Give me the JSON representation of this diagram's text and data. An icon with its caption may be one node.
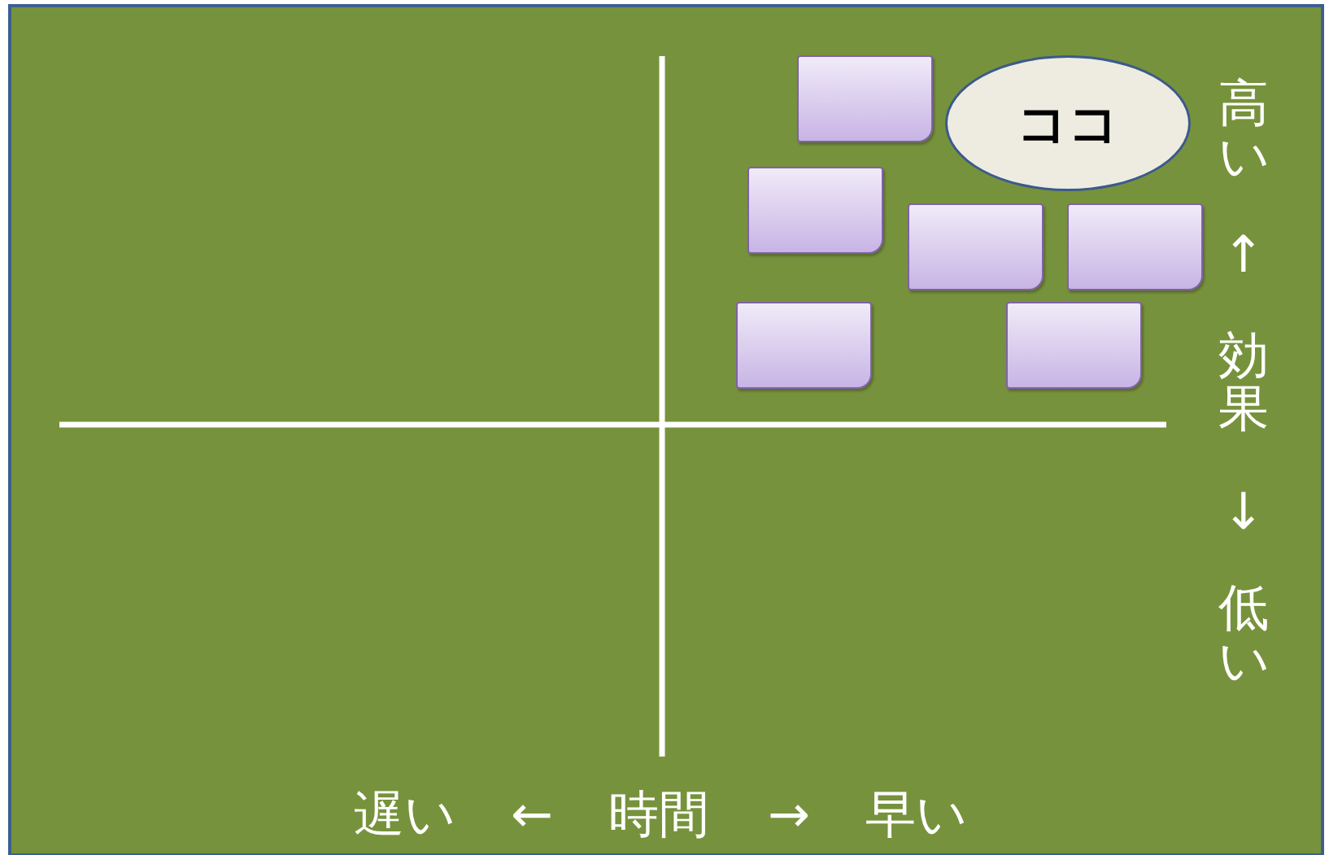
{
  "diagram": {
    "nodes": [
      {
        "text": [],
        "shape": "box"
      },
      {
        "text": [
          "ココ"
        ]
      },
      {
        "text": [],
        "shape": "box"
      },
      {
        "text": [],
        "shape": "box"
      },
      {
        "text": [],
        "shape": "box"
      },
      {
        "text": [],
        "shape": "box"
      },
      {
        "text": [],
        "shape": "box"
      }
    ],
    "edges": [],
    "labels": [
      "高い",
      "↑",
      "効果",
      "↓",
      "低い",
      "遅い",
      "←",
      "時間",
      "→",
      "早い"
    ]
  }
}
